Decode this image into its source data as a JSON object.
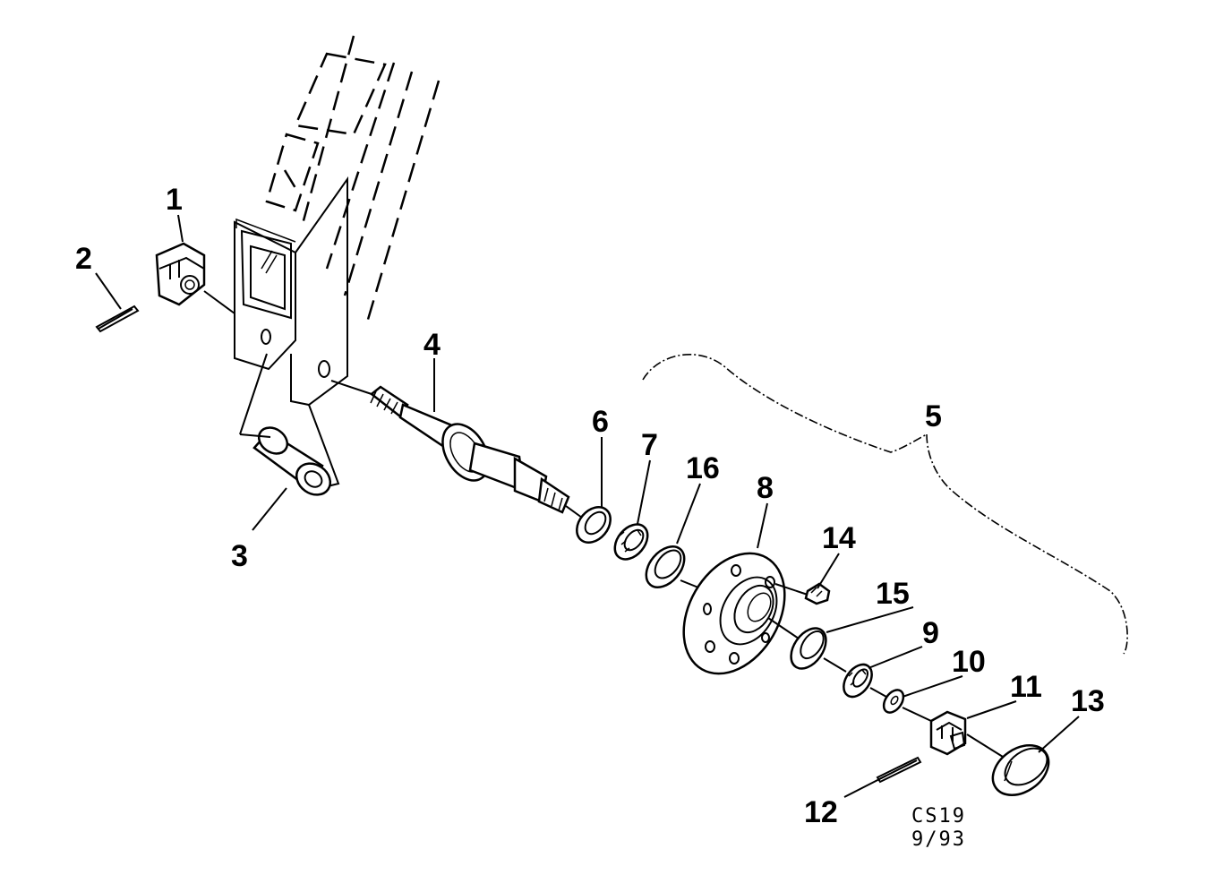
{
  "callouts": {
    "p1": "1",
    "p2": "2",
    "p3": "3",
    "p4": "4",
    "p5": "5",
    "p6": "6",
    "p7": "7",
    "p8": "8",
    "p9": "9",
    "p10": "10",
    "p11": "11",
    "p12": "12",
    "p13": "13",
    "p14": "14",
    "p15": "15",
    "p16": "16"
  },
  "drawing_code": {
    "line1": "CS19",
    "line2": "9/93"
  }
}
